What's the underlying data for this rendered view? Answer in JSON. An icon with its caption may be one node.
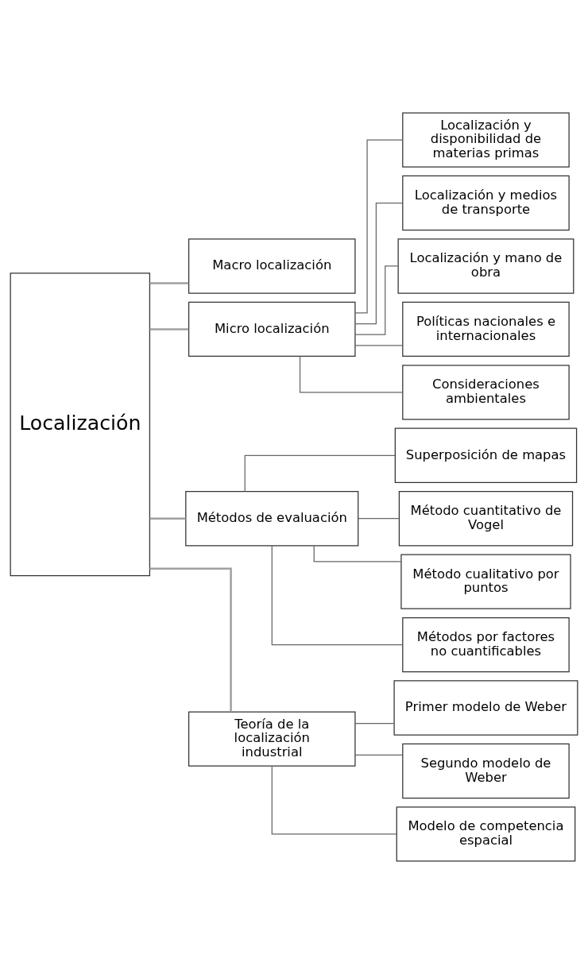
{
  "diagram": {
    "nodes": [
      {
        "text": [
          "Localización"
        ]
      },
      {
        "text": [
          "Macro localización"
        ]
      },
      {
        "text": [
          "Micro localización"
        ]
      },
      {
        "text": [
          "Métodos de evaluación"
        ]
      },
      {
        "text": [
          "Teoría de la localización industrial"
        ]
      },
      {
        "text": [
          "Localización y disponibilidad de materias primas"
        ]
      },
      {
        "text": [
          "Localización y medios de transporte"
        ]
      },
      {
        "text": [
          "Localización y mano de obra"
        ]
      },
      {
        "text": [
          "Políticas nacionales e internacionales"
        ]
      },
      {
        "text": [
          "Consideraciones ambientales"
        ]
      },
      {
        "text": [
          "Superposición de mapas"
        ]
      },
      {
        "text": [
          "Método cuantitativo de Vogel"
        ]
      },
      {
        "text": [
          "Método cualitativo por puntos"
        ]
      },
      {
        "text": [
          "Métodos por factores no cuantificables"
        ]
      },
      {
        "text": [
          "Primer modelo de Weber"
        ]
      },
      {
        "text": [
          "Segundo modelo de Weber"
        ]
      },
      {
        "text": [
          "Modelo de competencia espacial"
        ]
      }
    ],
    "edges": [
      {
        "from": 0,
        "to": 1,
        "arrow": "none",
        "color": "#a0a0a0"
      },
      {
        "from": 0,
        "to": 2,
        "arrow": "none",
        "color": "#a0a0a0"
      },
      {
        "from": 0,
        "to": 3,
        "arrow": "none",
        "color": "#a0a0a0"
      },
      {
        "from": 0,
        "to": 4,
        "arrow": "none",
        "color": "#a0a0a0"
      },
      {
        "from": 2,
        "to": 5,
        "arrow": "none"
      },
      {
        "from": 2,
        "to": 6,
        "arrow": "none"
      },
      {
        "from": 2,
        "to": 7,
        "arrow": "none"
      },
      {
        "from": 2,
        "to": 8,
        "arrow": "none"
      },
      {
        "from": 2,
        "to": 9,
        "arrow": "none"
      },
      {
        "from": 3,
        "to": 10,
        "arrow": "none"
      },
      {
        "from": 3,
        "to": 11,
        "arrow": "none"
      },
      {
        "from": 3,
        "to": 12,
        "arrow": "none"
      },
      {
        "from": 3,
        "to": 13,
        "arrow": "none"
      },
      {
        "from": 4,
        "to": 14,
        "arrow": "none"
      },
      {
        "from": 4,
        "to": 15,
        "arrow": "none"
      },
      {
        "from": 4,
        "to": 16,
        "arrow": "none"
      }
    ]
  }
}
